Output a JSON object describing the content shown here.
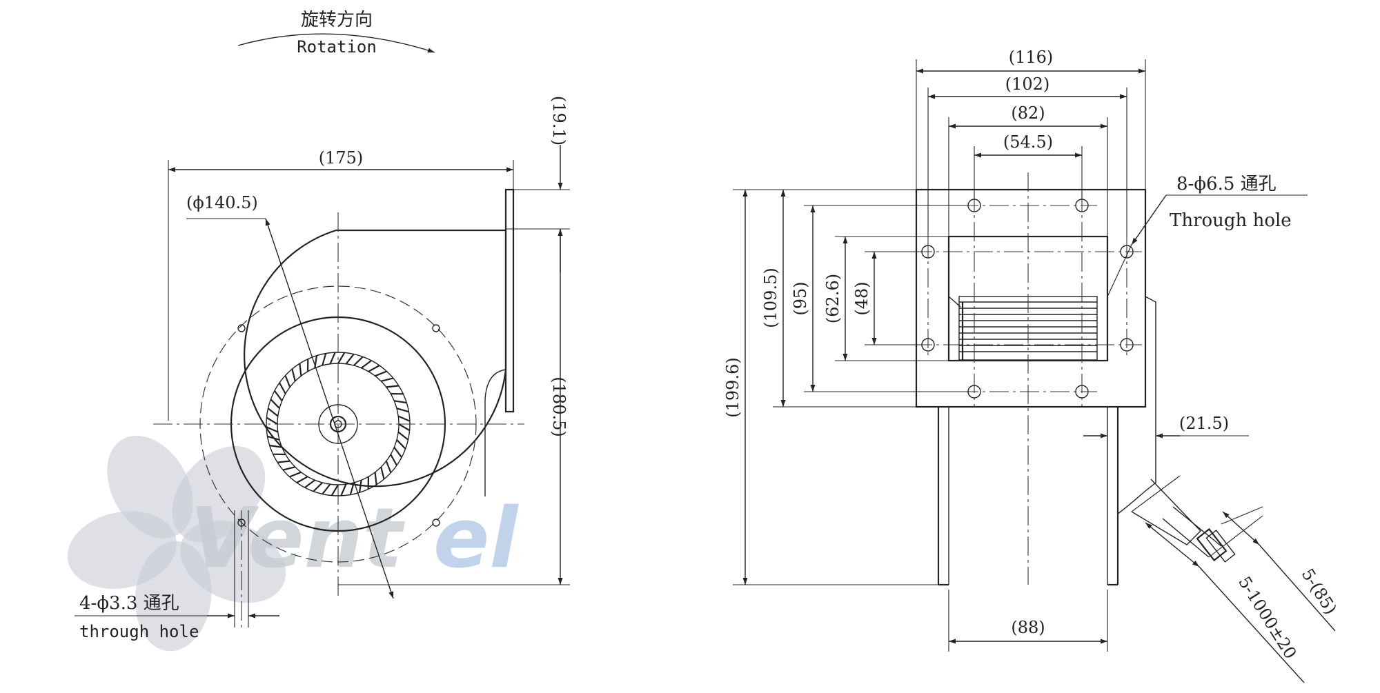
{
  "rotation": {
    "cn": "旋转方向",
    "en": "Rotation"
  },
  "front_view": {
    "width": "(175)",
    "diameter": "(ϕ140.5)",
    "flange_offset": "(19.1)",
    "height": "(180.5)",
    "mount_holes": {
      "cn": "4-ϕ3.3 通孔",
      "en": "through hole"
    }
  },
  "side_view": {
    "widths": [
      "(116)",
      "(102)",
      "(82)",
      "(54.5)"
    ],
    "heights": [
      "(199.6)",
      "(109.5)",
      "(95)",
      "(62.6)",
      "(48)"
    ],
    "outlet_width": "(88)",
    "offset": "(21.5)",
    "through_holes": {
      "cn": "8-ϕ6.5 通孔",
      "en": "Through hole"
    },
    "cable_length": "5-1000±20",
    "cable_strip": "5-(85)"
  },
  "watermark": {
    "brand_grey": "Vent",
    "brand_blue": "el"
  },
  "colors": {
    "line": "#222222",
    "watermark_grey": "#c8ccd3",
    "watermark_blue": "#b7cbe8"
  }
}
